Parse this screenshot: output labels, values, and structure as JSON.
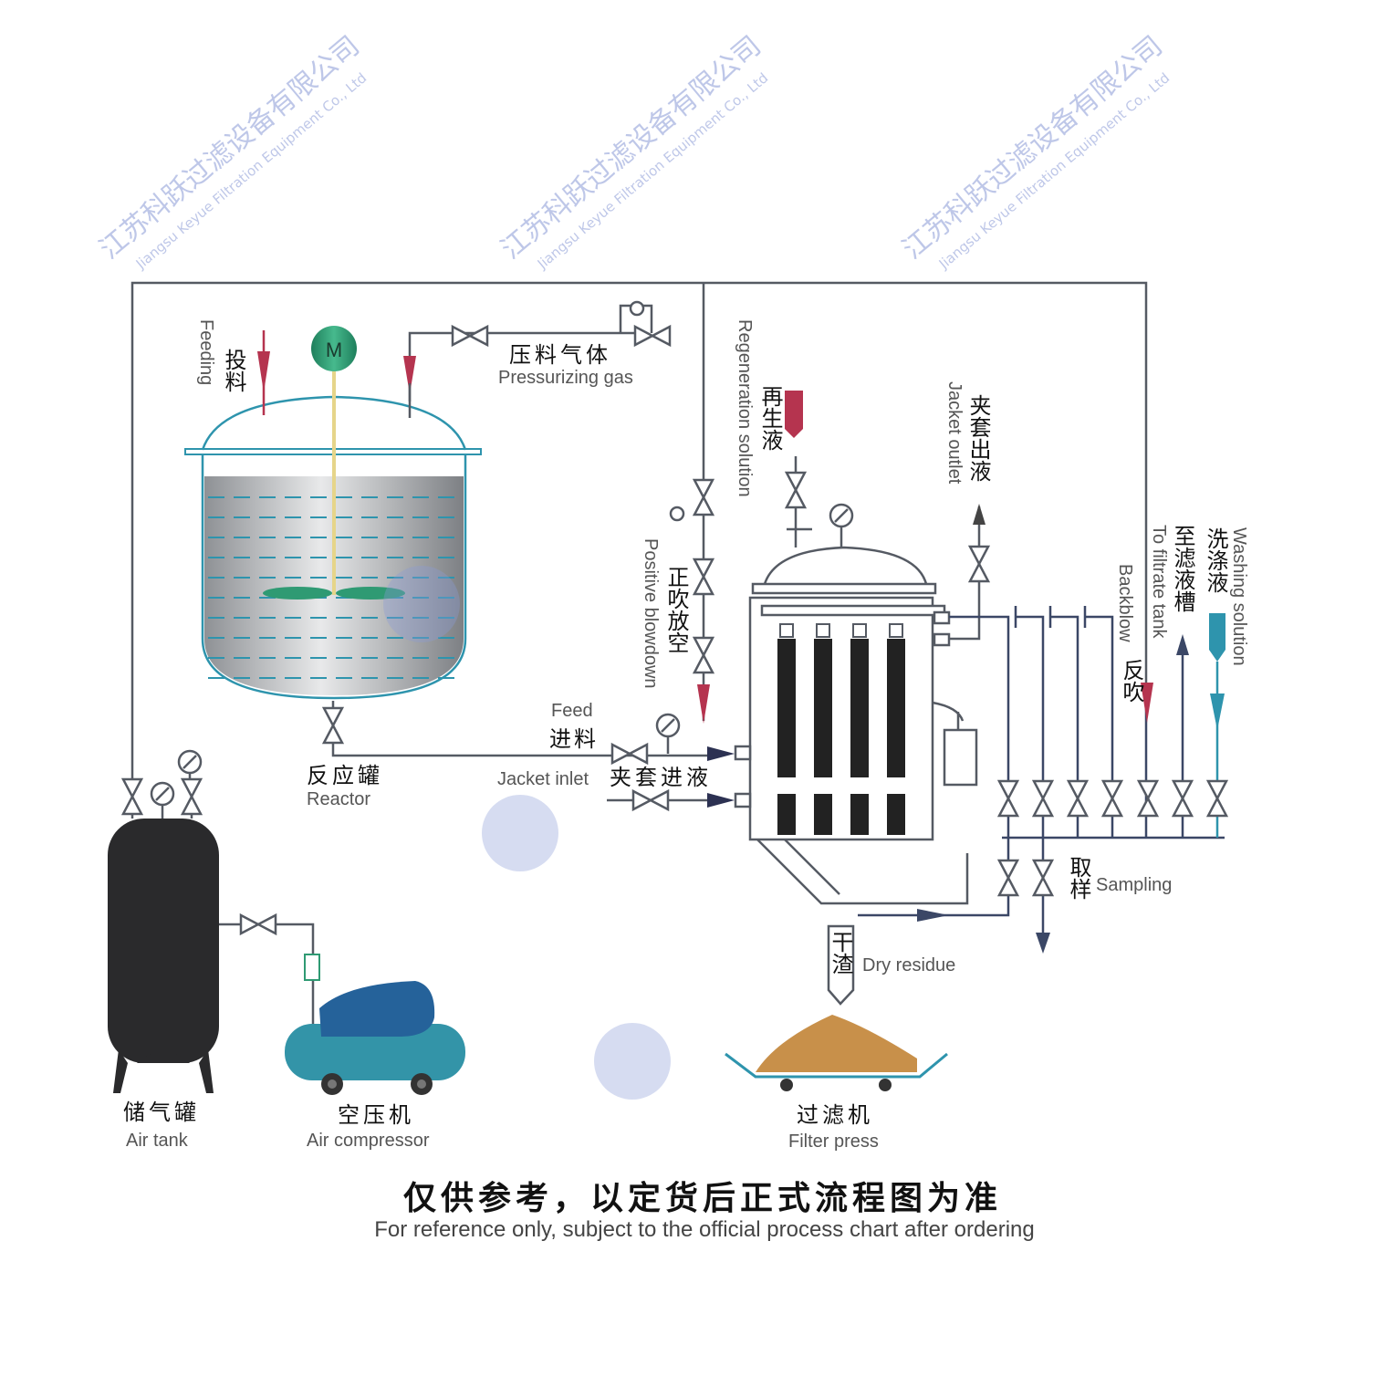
{
  "labels": {
    "feeding_zh": "投料",
    "feeding_en": "Feeding",
    "motor": "M",
    "pressurizing_zh": "压料气体",
    "pressurizing_en": "Pressurizing gas",
    "regeneration_zh": "再生液",
    "regeneration_en": "Regeneration solution",
    "jacket_outlet_zh": "夹套出液",
    "jacket_outlet_en": "Jacket outlet",
    "positive_blowdown_zh": "正吹放空",
    "positive_blowdown_en": "Positive blowdown",
    "feed_zh": "进料",
    "feed_en": "Feed",
    "jacket_inlet_zh": "夹套进液",
    "jacket_inlet_en": "Jacket inlet",
    "reactor_zh": "反应罐",
    "reactor_en": "Reactor",
    "backblow_zh": "反吹",
    "backblow_en": "Backblow",
    "filtrate_zh": "至滤液槽",
    "filtrate_en": "To filtrate tank",
    "washing_zh": "洗涤液",
    "washing_en": "Washing solution",
    "sampling_zh": "取样",
    "sampling_en": "Sampling",
    "dry_residue_zh": "干渣",
    "dry_residue_en": "Dry residue",
    "air_tank_zh": "储气罐",
    "air_tank_en": "Air tank",
    "air_compressor_zh": "空压机",
    "air_compressor_en": "Air compressor",
    "filter_press_zh": "过滤机",
    "filter_press_en": "Filter press"
  },
  "footer": {
    "note_zh": "仅供参考，以定货后正式流程图为准",
    "note_en": "For reference only, subject to the official process chart after ordering"
  },
  "watermark": {
    "zh": "江苏科跃过滤设备有限公司",
    "en": "Jiangsu Keyue Filtration Equipment Co., Ltd"
  },
  "colors": {
    "pipe": "#555a63",
    "blue_pipe": "#3b4766",
    "red": "#b5344f",
    "teal": "#2e94ad",
    "motor": "#2f9a73",
    "tank": "#2a2a2c",
    "residue": "#c8904a"
  }
}
